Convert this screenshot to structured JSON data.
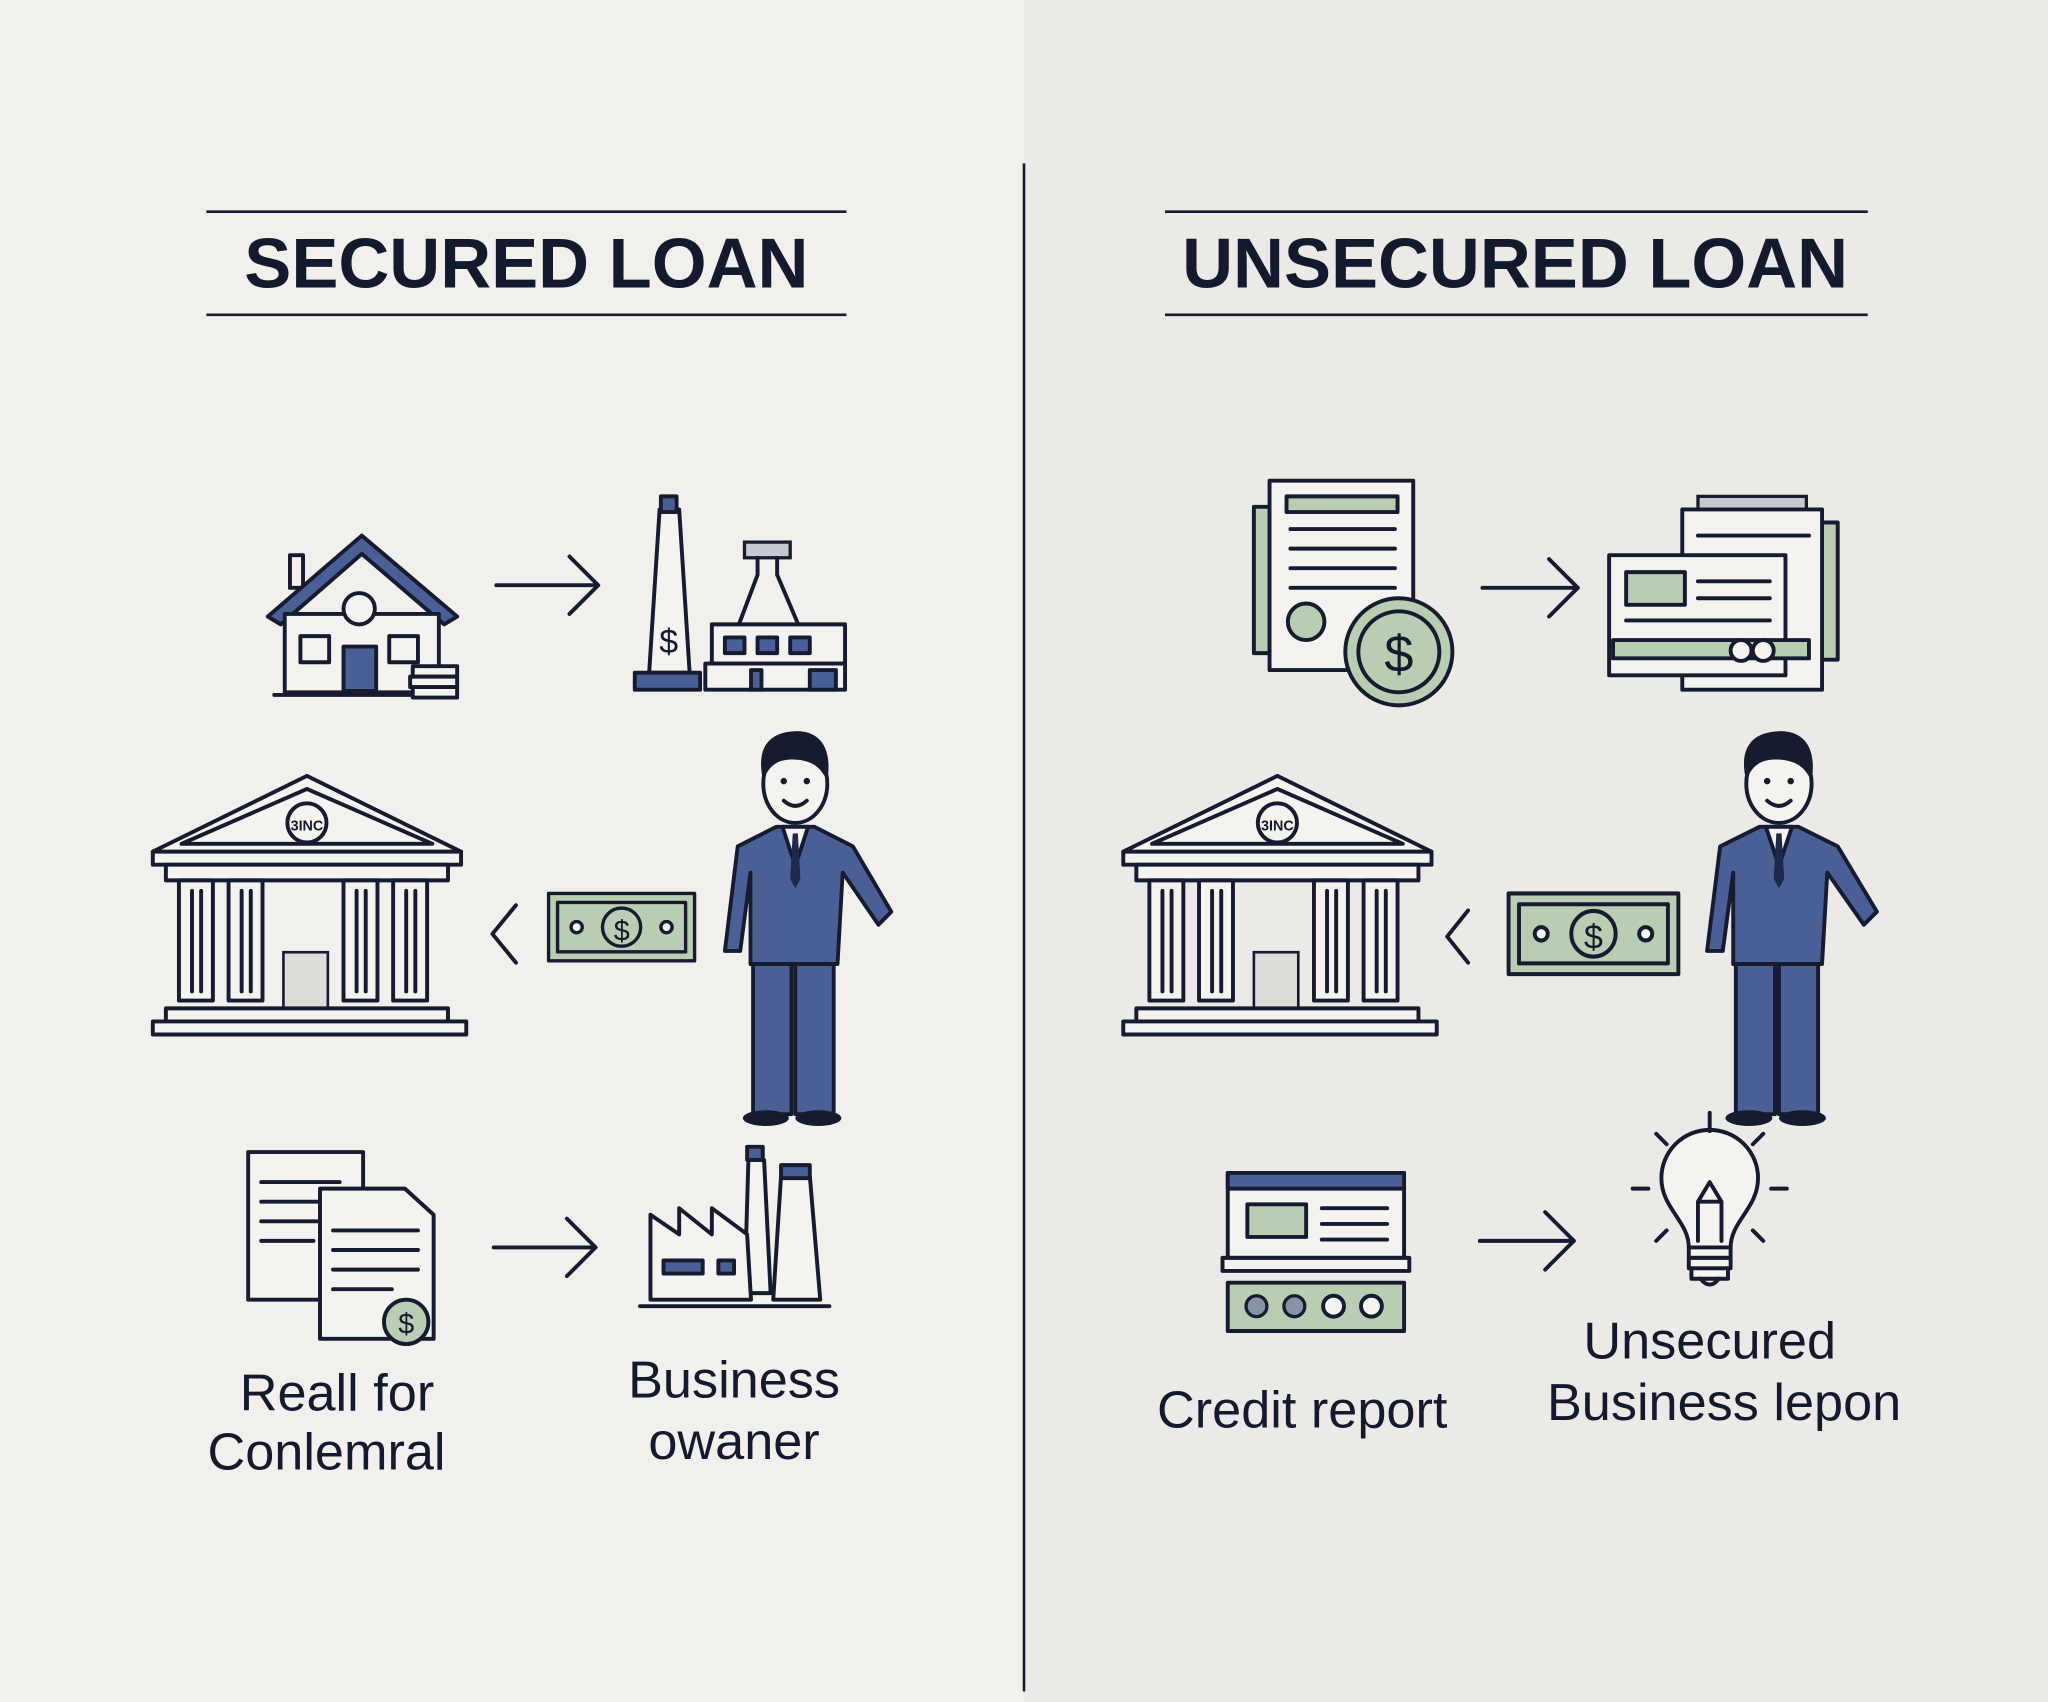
{
  "left": {
    "title": "SECURED LOAN",
    "label_collateral": [
      "Reall for",
      "Conlemral"
    ],
    "label_owner": [
      "Business",
      "owaner"
    ],
    "bank_emblem": "3INC"
  },
  "right": {
    "title": "UNSECURED LOAN",
    "label_credit": "Credit report",
    "label_unsecured": [
      "Unsecured",
      "Business lepon"
    ],
    "bank_emblem": "3INC"
  },
  "colors": {
    "navy": "#161b30",
    "blue": "#4a5f96",
    "green": "#b9cdb2",
    "background": "#efeeea"
  }
}
